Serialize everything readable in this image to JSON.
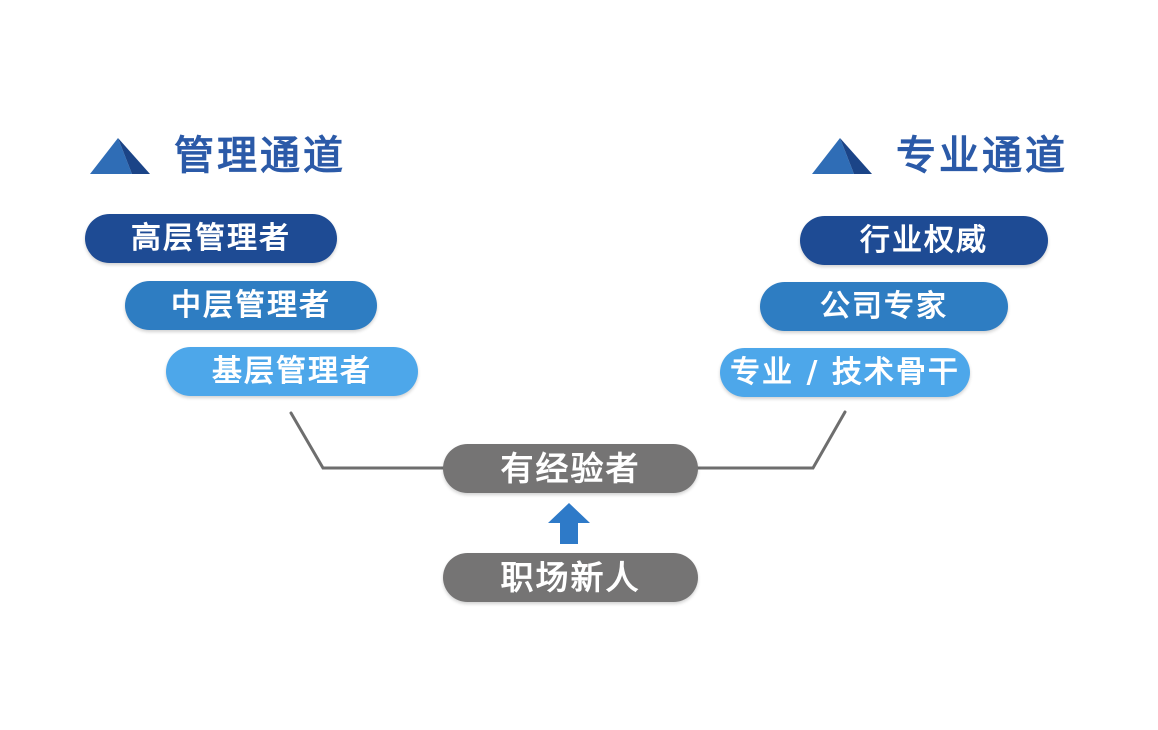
{
  "diagram": {
    "left_channel": {
      "title": "管理通道",
      "levels": [
        {
          "label": "高层管理者",
          "tier": "top"
        },
        {
          "label": "中层管理者",
          "tier": "middle"
        },
        {
          "label": "基层管理者",
          "tier": "base"
        }
      ]
    },
    "right_channel": {
      "title": "专业通道",
      "levels": [
        {
          "label": "行业权威",
          "tier": "top"
        },
        {
          "label": "公司专家",
          "tier": "middle"
        },
        {
          "label": "专业 / 技术骨干",
          "tier": "base"
        }
      ]
    },
    "center": {
      "experienced": "有经验者",
      "newcomer": "职场新人"
    },
    "colors": {
      "level_top": "#1e4b94",
      "level_middle": "#2e7dc2",
      "level_base": "#4da7ea",
      "neutral_gray": "#757474",
      "header_text": "#2b5aa8",
      "arrow_blue": "#2e7ac8",
      "connector_gray": "#6e6e6e",
      "pyramid_light_face": "#2f6db6",
      "pyramid_dark_face": "#1b4487"
    }
  }
}
